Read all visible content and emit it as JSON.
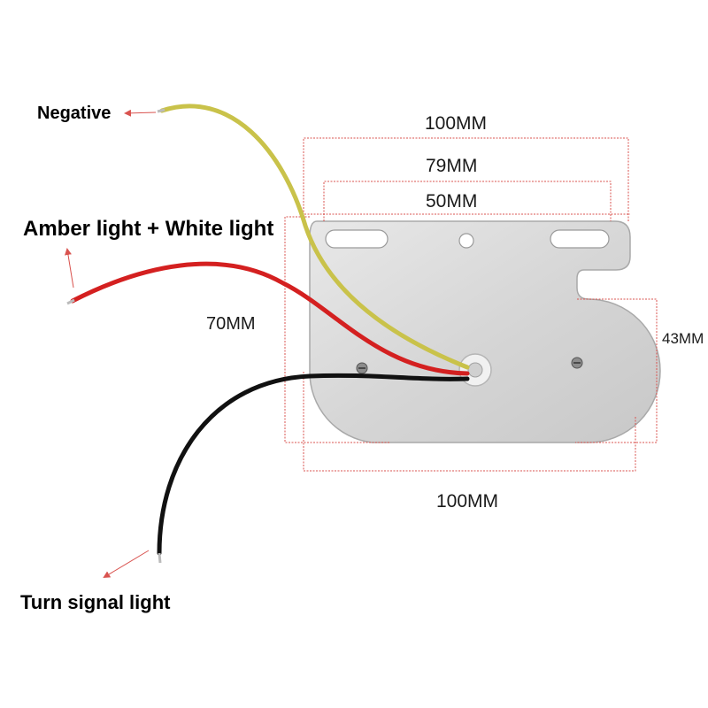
{
  "labels": {
    "negative": "Negative",
    "amber_white": "Amber light + White light",
    "turn_signal": "Turn signal light"
  },
  "dimensions": {
    "top_overall": "100MM",
    "hole_spacing": "79MM",
    "slot_spacing": "50MM",
    "height": "70MM",
    "lower_height": "43MM",
    "bottom_width": "100MM"
  },
  "colors": {
    "dimension_line": "#d9534f",
    "arrow": "#d9534f",
    "wire_yellow": "#c9c24a",
    "wire_red": "#d42020",
    "wire_black": "#111111",
    "plate": "#dcdcdc"
  }
}
